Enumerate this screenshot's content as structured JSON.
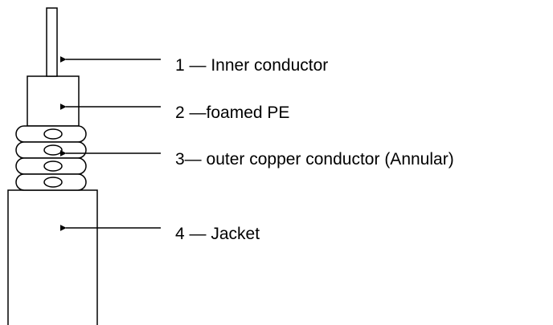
{
  "labels": {
    "inner_conductor": {
      "number": "1",
      "text": "1 — Inner conductor"
    },
    "foamed_pe": {
      "number": "2",
      "text": "2 —foamed PE"
    },
    "outer_conductor": {
      "number": "3",
      "text": "3— outer copper conductor (Annular)"
    },
    "jacket": {
      "number": "4",
      "text": "4 — Jacket"
    }
  },
  "colors": {
    "line": "#000000",
    "background": "#ffffff"
  }
}
